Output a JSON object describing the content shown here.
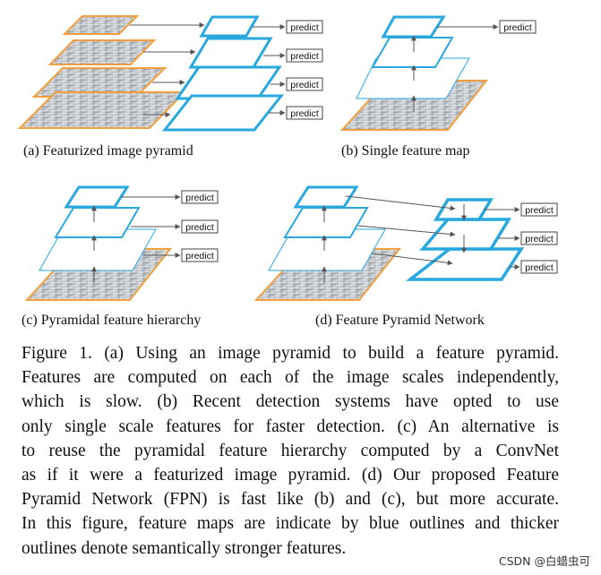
{
  "diagram": {
    "predict_label": "predict",
    "panels": {
      "a": {
        "label": "(a) Featurized image pyramid"
      },
      "b": {
        "label": "(b) Single feature map"
      },
      "c": {
        "label": "(c) Pyramidal feature hierarchy"
      },
      "d": {
        "label": "(d) Feature Pyramid Network"
      }
    }
  },
  "caption": {
    "lines": [
      "Figure 1. (a) Using an image pyramid to build a feature pyramid.",
      "Features are computed on each of the image scales independently,",
      "which is slow.  (b) Recent detection systems have opted to use",
      "only single scale features for faster detection. (c) An alternative is",
      "to reuse the pyramidal feature hierarchy computed by a ConvNet",
      "as if it were a featurized image pyramid. (d) Our proposed Feature",
      "Pyramid Network (FPN) is fast like (b) and (c), but more accurate.",
      "In this figure, feature maps are indicate by blue outlines and thicker",
      "outlines denote semantically stronger features."
    ]
  },
  "watermark": "CSDN @白蜡虫可",
  "colors": {
    "feature_blue": "#29a8e0",
    "image_orange": "#f0a040",
    "arrow_gray": "#555555"
  }
}
